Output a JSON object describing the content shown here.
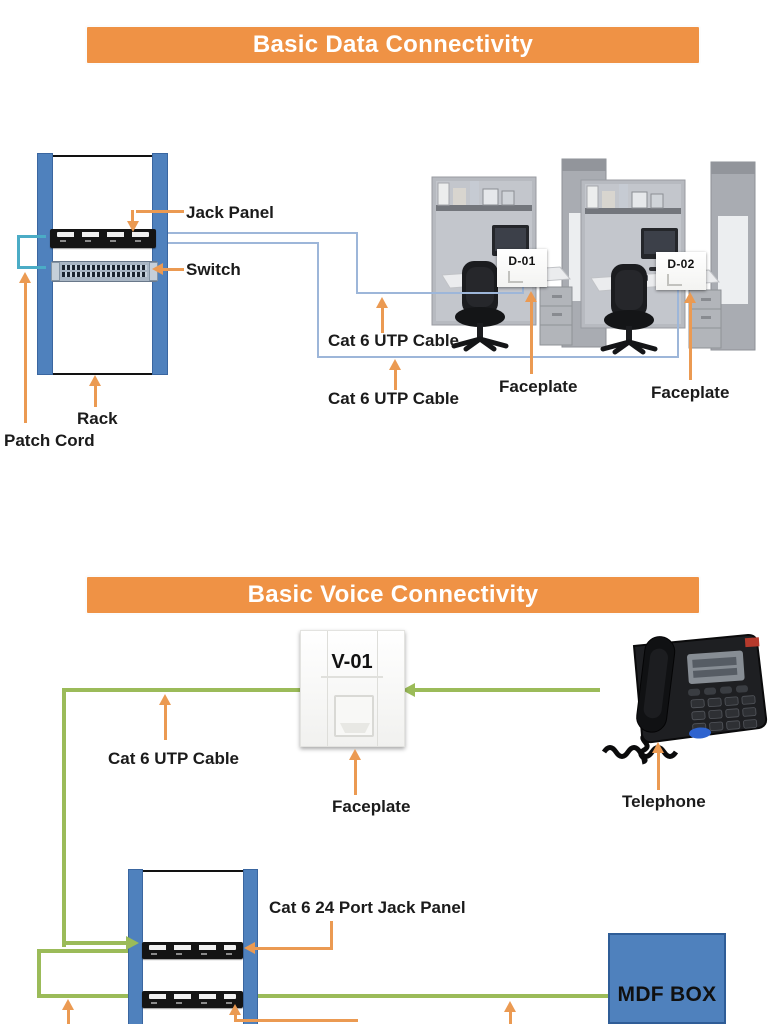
{
  "colors": {
    "banner_orange": "#ef9245",
    "arrow_orange": "#eb9a52",
    "rack_blue": "#4f81bd",
    "cable_green": "#9bbb59",
    "patch_teal": "#4bacc6",
    "cable_blue": "#9db6d9"
  },
  "data_section": {
    "title": "Basic Data Connectivity",
    "labels": {
      "jack_panel": "Jack Panel",
      "switch": "Switch",
      "rack": "Rack",
      "patch_cord": "Patch Cord",
      "cable_1": "Cat 6 UTP Cable",
      "cable_2": "Cat 6 UTP Cable",
      "faceplate_1": "Faceplate",
      "faceplate_2": "Faceplate"
    },
    "plates": {
      "d01": "D-01",
      "d02": "D-02"
    }
  },
  "voice_section": {
    "title": "Basic Voice Connectivity",
    "labels": {
      "cable": "Cat 6 UTP Cable",
      "faceplate": "Faceplate",
      "telephone": "Telephone",
      "jack_panel_24": "Cat 6 24 Port Jack Panel",
      "mdf_box": "MDF BOX"
    },
    "plates": {
      "v01": "V-01"
    }
  }
}
